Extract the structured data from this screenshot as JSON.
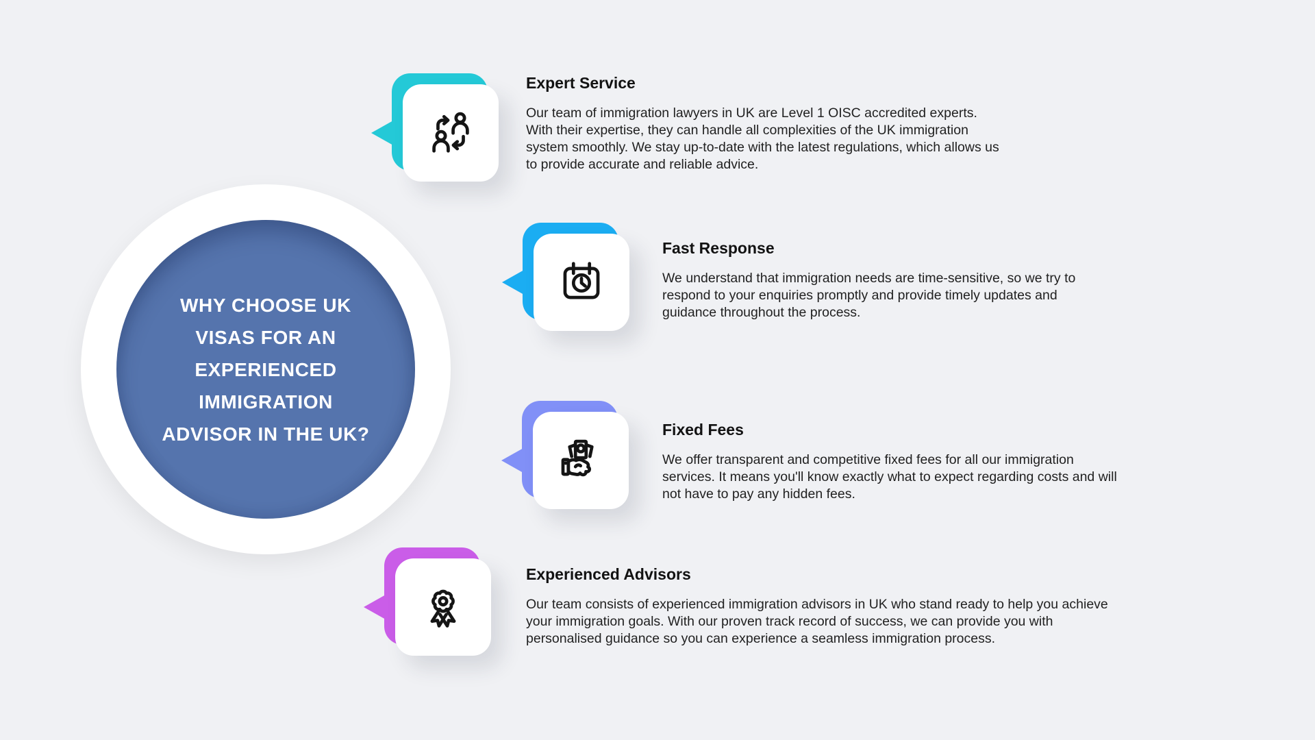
{
  "page": {
    "background_color": "#f0f1f4"
  },
  "hero_circle": {
    "ring_color": "#ffffff",
    "circle_color": "#5574ad",
    "title_lines": [
      "WHY CHOOSE UK",
      "VISAS FOR AN",
      "EXPERIENCED",
      "IMMIGRATION",
      "ADVISOR IN THE UK?"
    ]
  },
  "features": [
    {
      "title": "Expert Service",
      "accent_color": "#24c9d7",
      "icon": "people-exchange-icon",
      "description_lines": [
        "Our team of immigration lawyers in UK are Level 1 OISC accredited experts.",
        "With their expertise, they can handle all complexities of the UK immigration",
        "system smoothly. We stay up-to-date with the latest regulations, which allows us",
        "to provide accurate and reliable advice."
      ]
    },
    {
      "title": "Fast Response",
      "accent_color": "#1badf2",
      "icon": "calendar-clock-icon",
      "description_lines": [
        "We understand that immigration needs are time-sensitive, so we try to",
        "respond to your enquiries promptly and provide timely updates and",
        "guidance throughout the process."
      ]
    },
    {
      "title": "Fixed Fees",
      "accent_color": "#8190f7",
      "icon": "money-in-hand-icon",
      "description_lines": [
        "We offer transparent and competitive fixed fees for all our immigration",
        "services. It means you'll know exactly what to expect regarding costs and will",
        "not have to pay any hidden fees."
      ]
    },
    {
      "title": "Experienced Advisors",
      "accent_color": "#ca5de8",
      "icon": "award-ribbon-icon",
      "description_lines": [
        "Our team consists of experienced immigration advisors in UK who stand ready to help you achieve",
        "your immigration goals. With our proven track record of success, we can provide you with",
        "personalised guidance so you can experience a seamless immigration process."
      ]
    }
  ]
}
